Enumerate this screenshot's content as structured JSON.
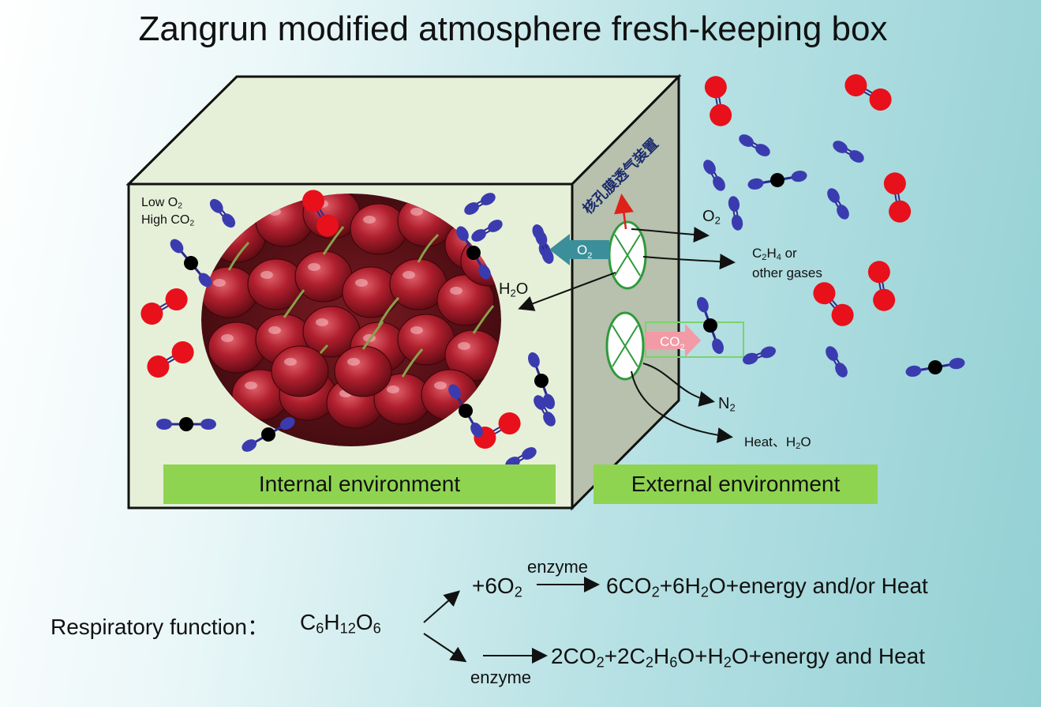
{
  "title": "Zangrun modified atmosphere fresh-keeping box",
  "box": {
    "side_label": "核孔膜透气装置",
    "inner_condition": {
      "line1_prefix": "Low O",
      "line1_sub": "2",
      "line2_prefix": "High CO",
      "line2_sub": "2"
    },
    "internal_label": "Internal environment",
    "external_label": "External environment"
  },
  "gas_flows": {
    "o2_arrow": {
      "prefix": "O",
      "sub": "2"
    },
    "co2_arrow": {
      "prefix": "CO",
      "sub": "2"
    },
    "h2o": {
      "prefix": "H",
      "sub": "2",
      "suffix": "O"
    },
    "o2_out": {
      "prefix": "O",
      "sub": "2"
    },
    "c2h4": {
      "p1": "C",
      "s1": "2",
      "p2": "H",
      "s2": "4",
      "suffix": " or",
      "line2": "other gases"
    },
    "n2": {
      "prefix": "N",
      "sub": "2"
    },
    "heat": {
      "prefix": "Heat、H",
      "sub": "2",
      "suffix": "O"
    }
  },
  "equations": {
    "label": "Respiratory function：",
    "reactant": {
      "p1": "C",
      "s1": "6",
      "p2": "H",
      "s2": "12",
      "p3": "O",
      "s3": "6"
    },
    "aerobic": {
      "enzyme": "enzyme",
      "left": {
        "prefix": "+6O",
        "sub": "2"
      },
      "right": {
        "p1": "6CO",
        "s1": "2",
        "p2": "+6H",
        "s2": "2",
        "p3": "O+energy and/or Heat"
      }
    },
    "anaerobic": {
      "enzyme": "enzyme",
      "right": {
        "p1": "2CO",
        "s1": "2",
        "p2": "+2C",
        "s2": "2",
        "p3": "H",
        "s3": "6",
        "p4": "O+H",
        "s4": "2",
        "p5": "O+energy and Heat"
      }
    }
  }
}
